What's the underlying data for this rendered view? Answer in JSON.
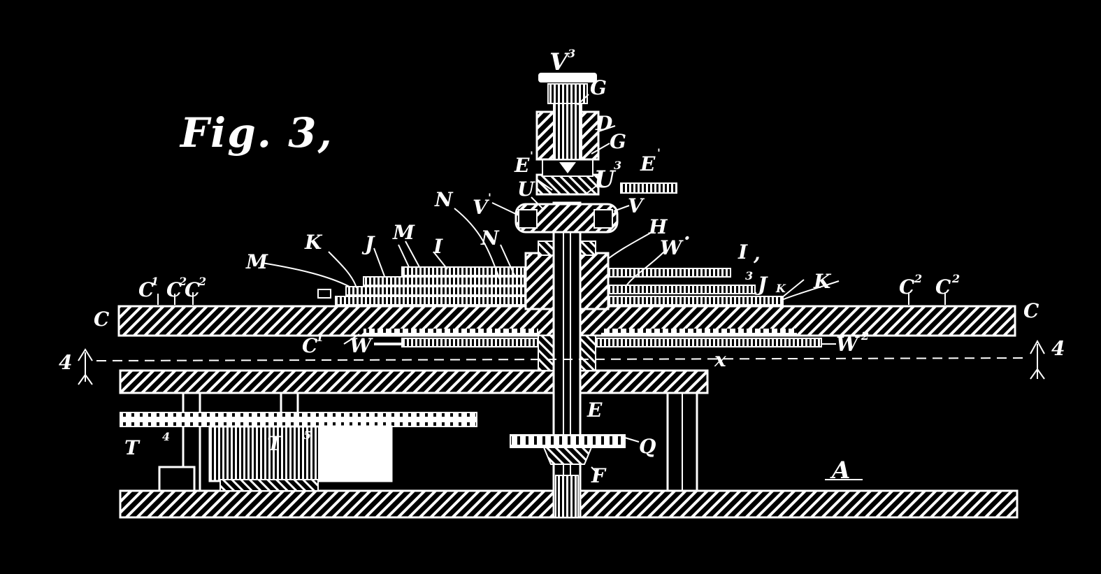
{
  "figure": {
    "title": "Fig. 3,",
    "colors": {
      "background": "#000000",
      "ink": "#ffffff"
    },
    "labels": {
      "V3": "V",
      "V3_sup": "3",
      "G_top": "G",
      "D": "D",
      "G_mid": "G",
      "E1_left": "E",
      "E1_left_sup": "'",
      "U3": "U",
      "U3_sup": "3",
      "E1_right": "E",
      "E1_right_sup": "'",
      "N_left": "N",
      "V1": "V",
      "V1_sup": "'",
      "U": "U",
      "V_right": "V",
      "N_mid": "N",
      "H": "H",
      "K_left": "K",
      "J_left": "J",
      "M_top": "M",
      "I_left": "I",
      "M_left": "M",
      "W1": "W",
      "W1_sup": "·",
      "I1": "I",
      "I1_sup": ",",
      "J_right": "J",
      "J_right_sup": "3",
      "K_right1": "K",
      "K_right2": "K",
      "C1": "C",
      "C1_sup": "1",
      "C2_a": "C",
      "C2_a_sup": "2",
      "C2_b": "C",
      "C2_b_sup": "2",
      "C2_c": "C",
      "C2_c_sup": "2",
      "C2_d": "C",
      "C2_d_sup": "2",
      "C_left": "C",
      "C_right": "C",
      "C1_low": "C",
      "C1_low_sup": "1",
      "W": "W",
      "W2": "W",
      "W2_sup": "2",
      "x": "x",
      "four_left": "4",
      "four_right": "4",
      "E_low": "E",
      "Q": "Q",
      "T4": "T",
      "T4_sup": "4",
      "T5": "T",
      "T5_sup": "5",
      "F": "F",
      "A": "A"
    }
  }
}
